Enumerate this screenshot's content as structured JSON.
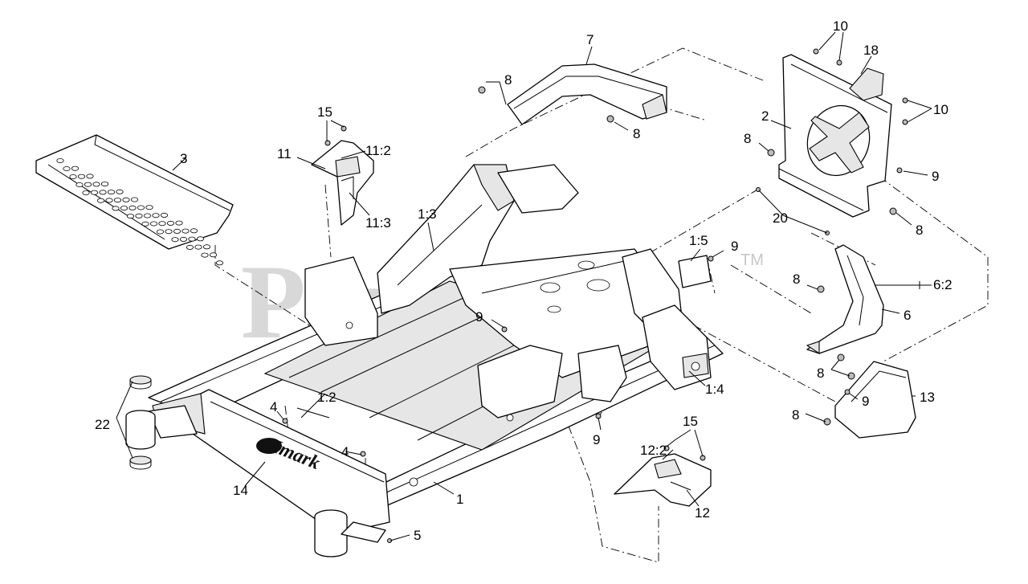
{
  "watermark": {
    "text": "PartsTree",
    "trademark": "TM"
  },
  "logo": {
    "text": "eXmark"
  },
  "callouts": [
    "1",
    "1:2",
    "1:3",
    "1:4",
    "1:5",
    "2",
    "3",
    "4",
    "4",
    "5",
    "6",
    "6:2",
    "7",
    "8",
    "8",
    "8",
    "8",
    "8",
    "8",
    "8",
    "9",
    "9",
    "9",
    "9",
    "9",
    "10",
    "10",
    "11",
    "11:2",
    "11:3",
    "12",
    "12:2",
    "13",
    "14",
    "15",
    "15",
    "18",
    "20",
    "22"
  ]
}
